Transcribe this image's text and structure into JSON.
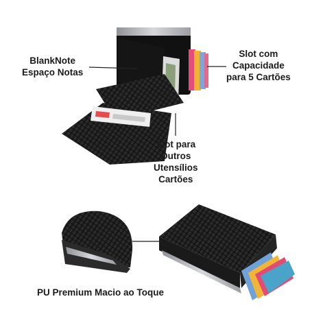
{
  "labels": {
    "blanknote": [
      "BlankNote",
      "Espaço Notas"
    ],
    "slot_cards": [
      "Slot com",
      "Capacidade",
      "para 5 Cartões"
    ],
    "slot_other": [
      "Slot para",
      "Outros",
      "Utensílios",
      "Cartões"
    ],
    "pu": "PU Premium Macio ao Toque"
  },
  "colors": {
    "leather": "#1b1b1b",
    "leather_highlight": "#3a3a3a",
    "aluminum": "#b9bcc0",
    "label_text": "#1a1a1a"
  }
}
